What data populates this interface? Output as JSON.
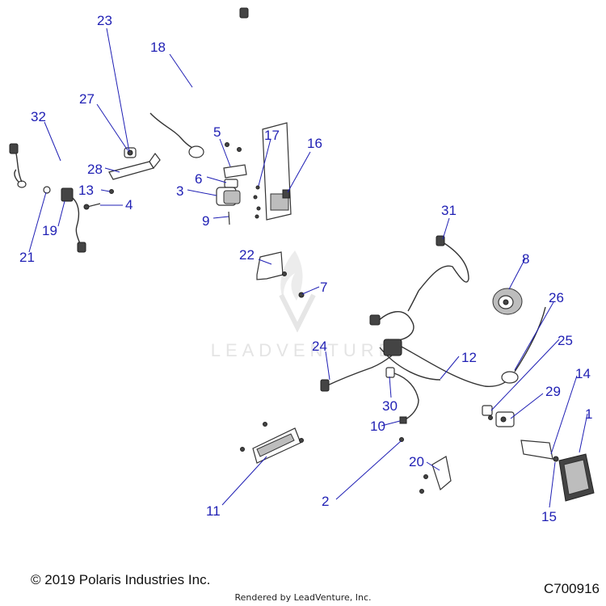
{
  "watermark": "LEADVENTURE",
  "callouts": [
    "1",
    "2",
    "3",
    "4",
    "5",
    "6",
    "7",
    "8",
    "9",
    "10",
    "11",
    "12",
    "13",
    "14",
    "15",
    "16",
    "17",
    "18",
    "19",
    "20",
    "21",
    "22",
    "23",
    "24",
    "25",
    "26",
    "27",
    "28",
    "29",
    "30",
    "31",
    "32"
  ],
  "footer": {
    "copyright": "© 2019 Polaris Industries Inc.",
    "rendered_by": "Rendered by LeadVenture, Inc.",
    "diagram_id": "C700916"
  }
}
